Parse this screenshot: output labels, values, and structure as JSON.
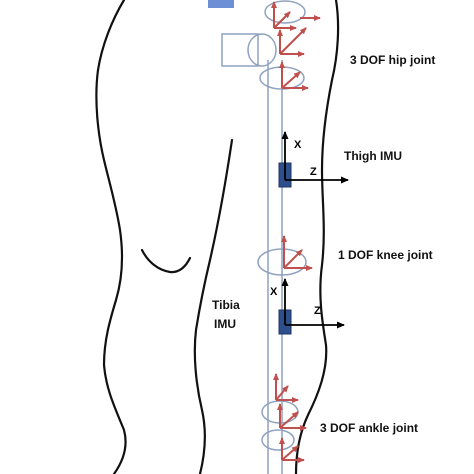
{
  "labels": {
    "hip": "3 DOF hip joint",
    "thigh_imu": "Thigh IMU",
    "knee": "1 DOF knee joint",
    "tibia_line1": "Tibia",
    "tibia_line2": "IMU",
    "ankle": "3 DOF ankle joint"
  },
  "axes": {
    "thigh_x": "X",
    "thigh_z": "Z",
    "tibia_x": "X",
    "tibia_z": "Z"
  },
  "colors": {
    "outline": "#111111",
    "frame_arrows": "#c0504d",
    "imu_block": "#2e4f8c",
    "skeleton": "#8fa2c0"
  }
}
